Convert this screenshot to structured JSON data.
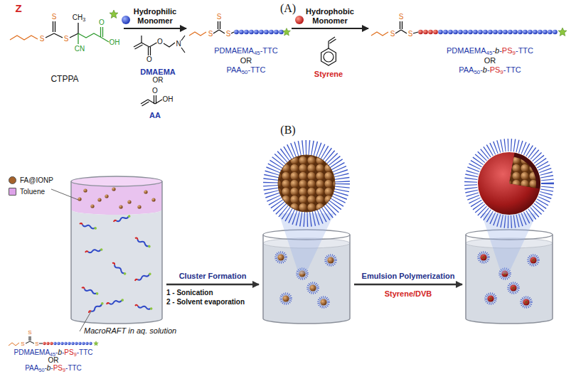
{
  "diagram": {
    "nodes": [
      {
        "text": [
          "CTPPA"
        ]
      },
      {
        "text": [
          "PDMAEMA45-TTC",
          "OR",
          "PAA50-TTC"
        ]
      },
      {
        "text": [
          "PDMAEMA45-b-PS9-TTC",
          "OR",
          "PAA50-b-PS9-TTC"
        ]
      }
    ],
    "edges": [
      {
        "from": 0,
        "to": 1,
        "arrow": "to",
        "label": "Hydrophilic Monomer"
      },
      {
        "from": 1,
        "to": 2,
        "arrow": "to",
        "label": "Hydrophobic Monomer"
      }
    ],
    "labels": [
      "(A)",
      "Z",
      "S",
      "S",
      "S",
      "CH3",
      "CN",
      "O",
      "OH",
      "O",
      "O",
      "N",
      "DMAEMA",
      "OR",
      "O",
      "OH",
      "AA",
      "S",
      "S",
      "S",
      "Styrene",
      "S",
      "S",
      "S",
      "(B)",
      "Cluster Formation",
      "1 - Sonication",
      "2 - Solvent evaporation",
      "Emulsion Polymerization",
      "Styrene/DVB",
      "MacroRAFT in aq. solution",
      "S",
      "S",
      "S",
      "PDMAEMA45-b-PS9-TTC",
      "OR",
      "PAA50-b-PS9-TTC"
    ],
    "legend": [
      {
        "text": "FA@IONP",
        "color": "#a5622a"
      },
      {
        "text": "Toluene",
        "color": "#dda2e8"
      }
    ]
  }
}
